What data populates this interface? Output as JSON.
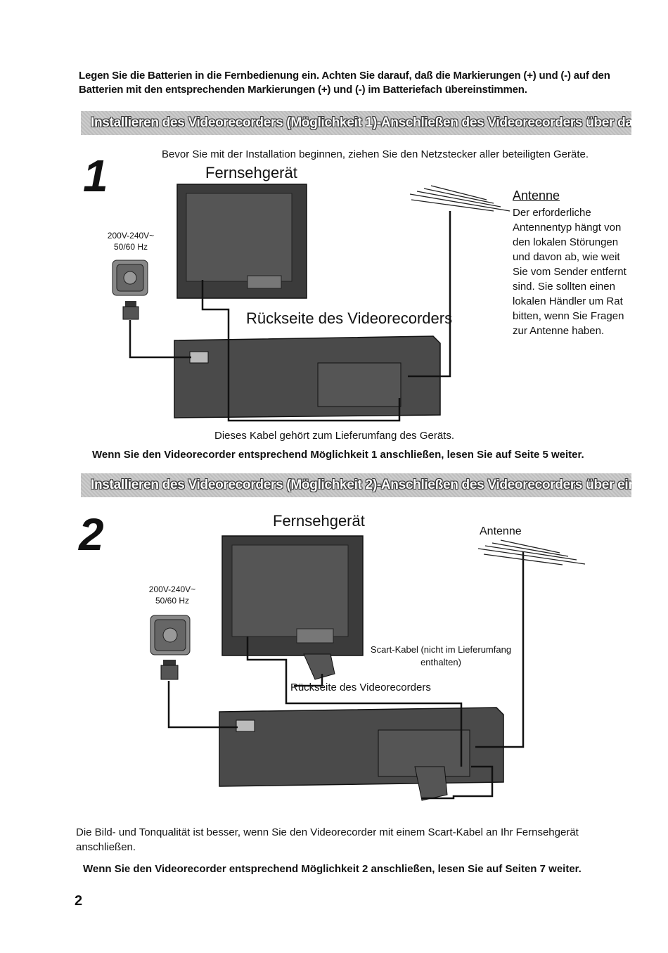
{
  "intro_text": "Legen Sie die Batterien in die Fernbedienung ein. Achten Sie darauf, daß die Markierungen (+) und (-) auf den Batterien mit den entsprechenden Markierungen (+) und (-) im Batteriefach übereinstimmen.",
  "section1": {
    "banner": "Installieren des Videorecorders (Möglichkeit 1)-Anschließen des Videorecorders über das HF-Kabel",
    "step_number": "1",
    "instruction": "Bevor Sie mit der Installation beginnen, ziehen Sie den Netzstecker aller beteiligten Geräte.",
    "tv_label": "Fernsehgerät",
    "power_voltage": "200V-240V~",
    "power_freq": "50/60 Hz",
    "rear_label": "Rückseite des Videorecorders",
    "antenna_title": "Antenne",
    "antenna_lines": [
      "Der erforderliche",
      "Antennentyp hängt von",
      "den lokalen Störungen",
      "und davon ab, wie weit",
      "Sie vom Sender entfernt",
      "sind. Sie sollten einen",
      "lokalen Händler um Rat",
      "bitten, wenn Sie Fragen",
      "zur Antenne haben."
    ],
    "cable_note": "Dieses Kabel gehört zum Lieferumfang des Geräts.",
    "continue_note": "Wenn Sie den Videorecorder entsprechend Möglichkeit 1 anschließen, lesen Sie auf Seite 5 weiter."
  },
  "section2": {
    "banner": "Installieren des Videorecorders (Möglichkeit 2)-Anschließen des Videorecorders über ein Scart-Kabel",
    "step_number": "2",
    "tv_label": "Fernsehgerät",
    "antenna_label": "Antenne",
    "power_voltage": "200V-240V~",
    "power_freq": "50/60 Hz",
    "scart_line1": "Scart-Kabel (nicht im Lieferumfang",
    "scart_line2": "enthalten)",
    "rear_label": "Rückseite des Videorecorders",
    "quality_note": "Die Bild- und Tonqualität ist besser, wenn Sie den Videorecorder mit einem Scart-Kabel an Ihr Fernsehgerät anschließen.",
    "continue_note": "Wenn Sie den Videorecorder entsprechend Möglichkeit 2 anschließen, lesen Sie auf Seiten 7 weiter."
  },
  "page_number": "2"
}
